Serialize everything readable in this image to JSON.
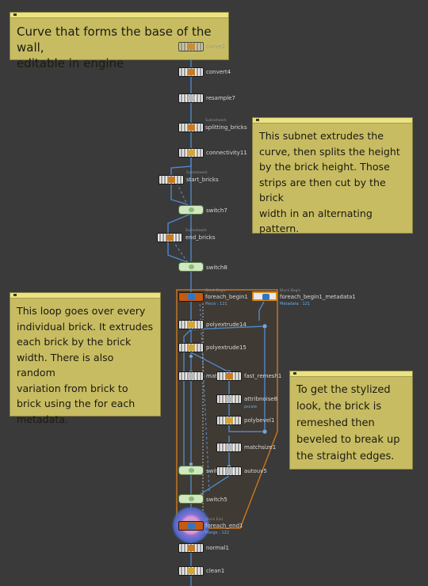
{
  "notes": {
    "n1": "Curve that forms the base of the wall,\neditable in engine",
    "n2": "This subnet extrudes the\ncurve, then splits the height\nby the brick height. Those\nstrips are then cut by the brick\nwidth in an alternating\npattern.",
    "n3": "This loop goes over every\nindividual brick. It extrudes\neach brick by the brick\nwidth. There is also random\nvariation from brick to\nbrick using the for each\nmetadata.",
    "n4": "To get the stylized\nlook, the brick is\nremeshed then\nbeveled to break up\nthe straight edges."
  },
  "nodes": {
    "curve": "curve2",
    "convert": "convert4",
    "resample": "resample7",
    "splitting_sub": "Subnetwork",
    "splitting": "splitting_bricks",
    "connectivity": "connectivity11",
    "start_sub": "Subnetwork",
    "start": "start_bricks",
    "switch7": "switch7",
    "end_sub": "Subnetwork",
    "end": "end_bricks",
    "switch8": "switch8",
    "foreach_begin_sub": "Block Begin",
    "foreach_begin": "foreach_begin1",
    "foreach_begin_info": "Piece : 121",
    "metadata_sub": "Block Begin",
    "metadata": "foreach_begin1_metadata1",
    "metadata_info": "Metadata : 121",
    "polyextrude14": "polyextrude14",
    "polyextrude15": "polyextrude15",
    "match": "matc",
    "fast_remesh": "fast_remesh1",
    "attribnoise": "attribnoise8",
    "attribnoise_sub": "pscale",
    "polybevel": "polybevel1",
    "matchsize": "matchsize1",
    "switch_a": "switc",
    "autouv": "autouv5",
    "switch5": "switch5",
    "foreach_end_sub": "Block End",
    "foreach_end": "foreach_end1",
    "foreach_end_info": "Merge : 122",
    "normal": "normal1",
    "clean": "clean1"
  },
  "colors": {
    "background": "#3a3a3a",
    "note": "#c8bc63",
    "loop_outline": "#c4741f",
    "wire": "#4f88c9",
    "switch_node": "#cfe8bf",
    "foreach_node": "#c55a12"
  }
}
